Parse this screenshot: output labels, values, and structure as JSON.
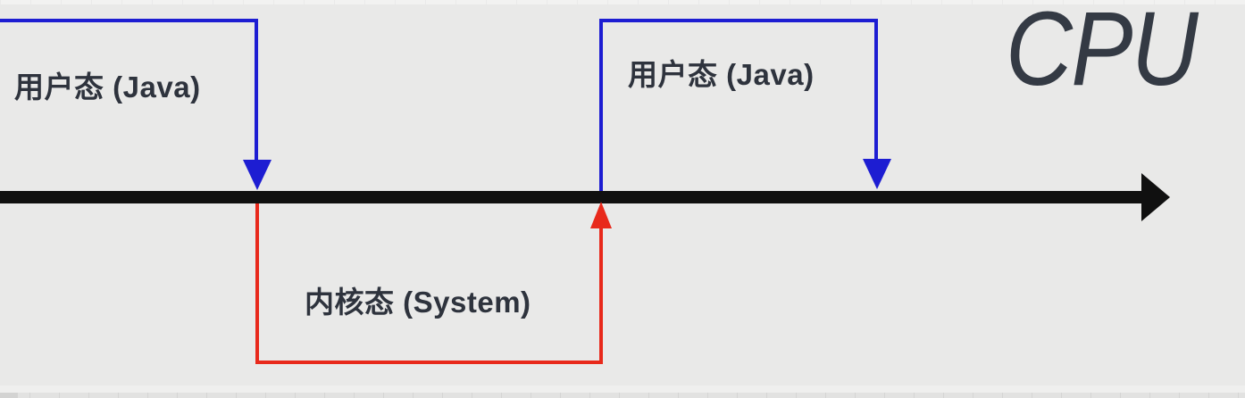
{
  "diagram": {
    "type": "timeline-diagram",
    "cpu_title": "CPU",
    "labels": {
      "user_mode_1": "用户态 (Java)",
      "user_mode_2": "用户态 (Java)",
      "kernel_mode": "内核态 (System)"
    },
    "colors": {
      "background": "#e9e9e8",
      "user_mode_blue": "#1d1dd2",
      "kernel_mode_red": "#e8291b",
      "timeline_black": "#101010",
      "label_text": "#2e333d",
      "cpu_text": "#343a44"
    }
  }
}
